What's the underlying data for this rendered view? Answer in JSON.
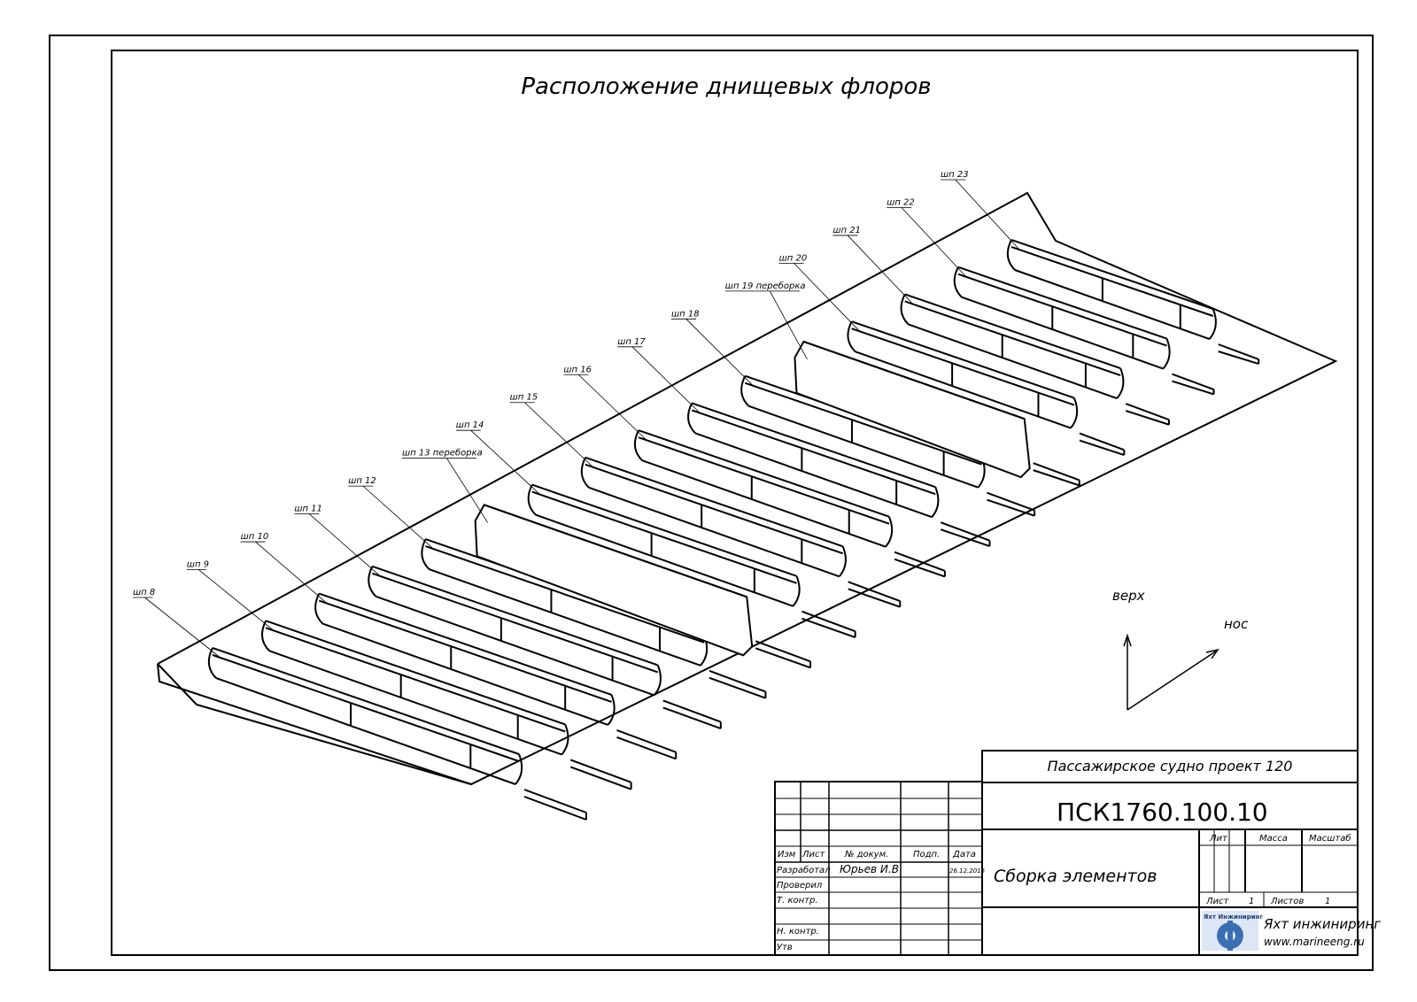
{
  "title": "Расположение днищевых флоров",
  "frame_labels": [
    "шп 8",
    "шп 9",
    "шп 10",
    "шп 11",
    "шп 12",
    "шп 13 переборка",
    "шп 14",
    "шп 15",
    "шп 16",
    "шп 17",
    "шп 18",
    "шп 19 переборка",
    "шп 20",
    "шп 21",
    "шп 22",
    "шп 23"
  ],
  "axes": {
    "up": "верх",
    "bow": "нос"
  },
  "title_block": {
    "project": "Пассажирское судно проект 120",
    "doc_number": "ПСК1760.100.10",
    "drawing_name": "Сборка элементов",
    "col_headers": {
      "izm": "Изм",
      "list": "Лист",
      "doc_num": "№ докум.",
      "sign": "Подп.",
      "date": "Дата"
    },
    "roles": {
      "developed": "Разработал",
      "checked": "Проверил",
      "tech_control": "Т. контр.",
      "norm_control": "Н. контр.",
      "approved": "Утв"
    },
    "developer_name": "Юрьев И.В",
    "developer_date": "26.12.2015",
    "lit_label": "Лит",
    "mass_label": "Масса",
    "scale_label": "Масштаб",
    "sheet_label": "Лист",
    "sheet_value": "1",
    "sheets_label": "Листов",
    "sheets_value": "1",
    "logo_caption": "Яхт Инжиниринг",
    "company": "Яхт инжиниринг",
    "website": "www.marineeng.ru"
  }
}
